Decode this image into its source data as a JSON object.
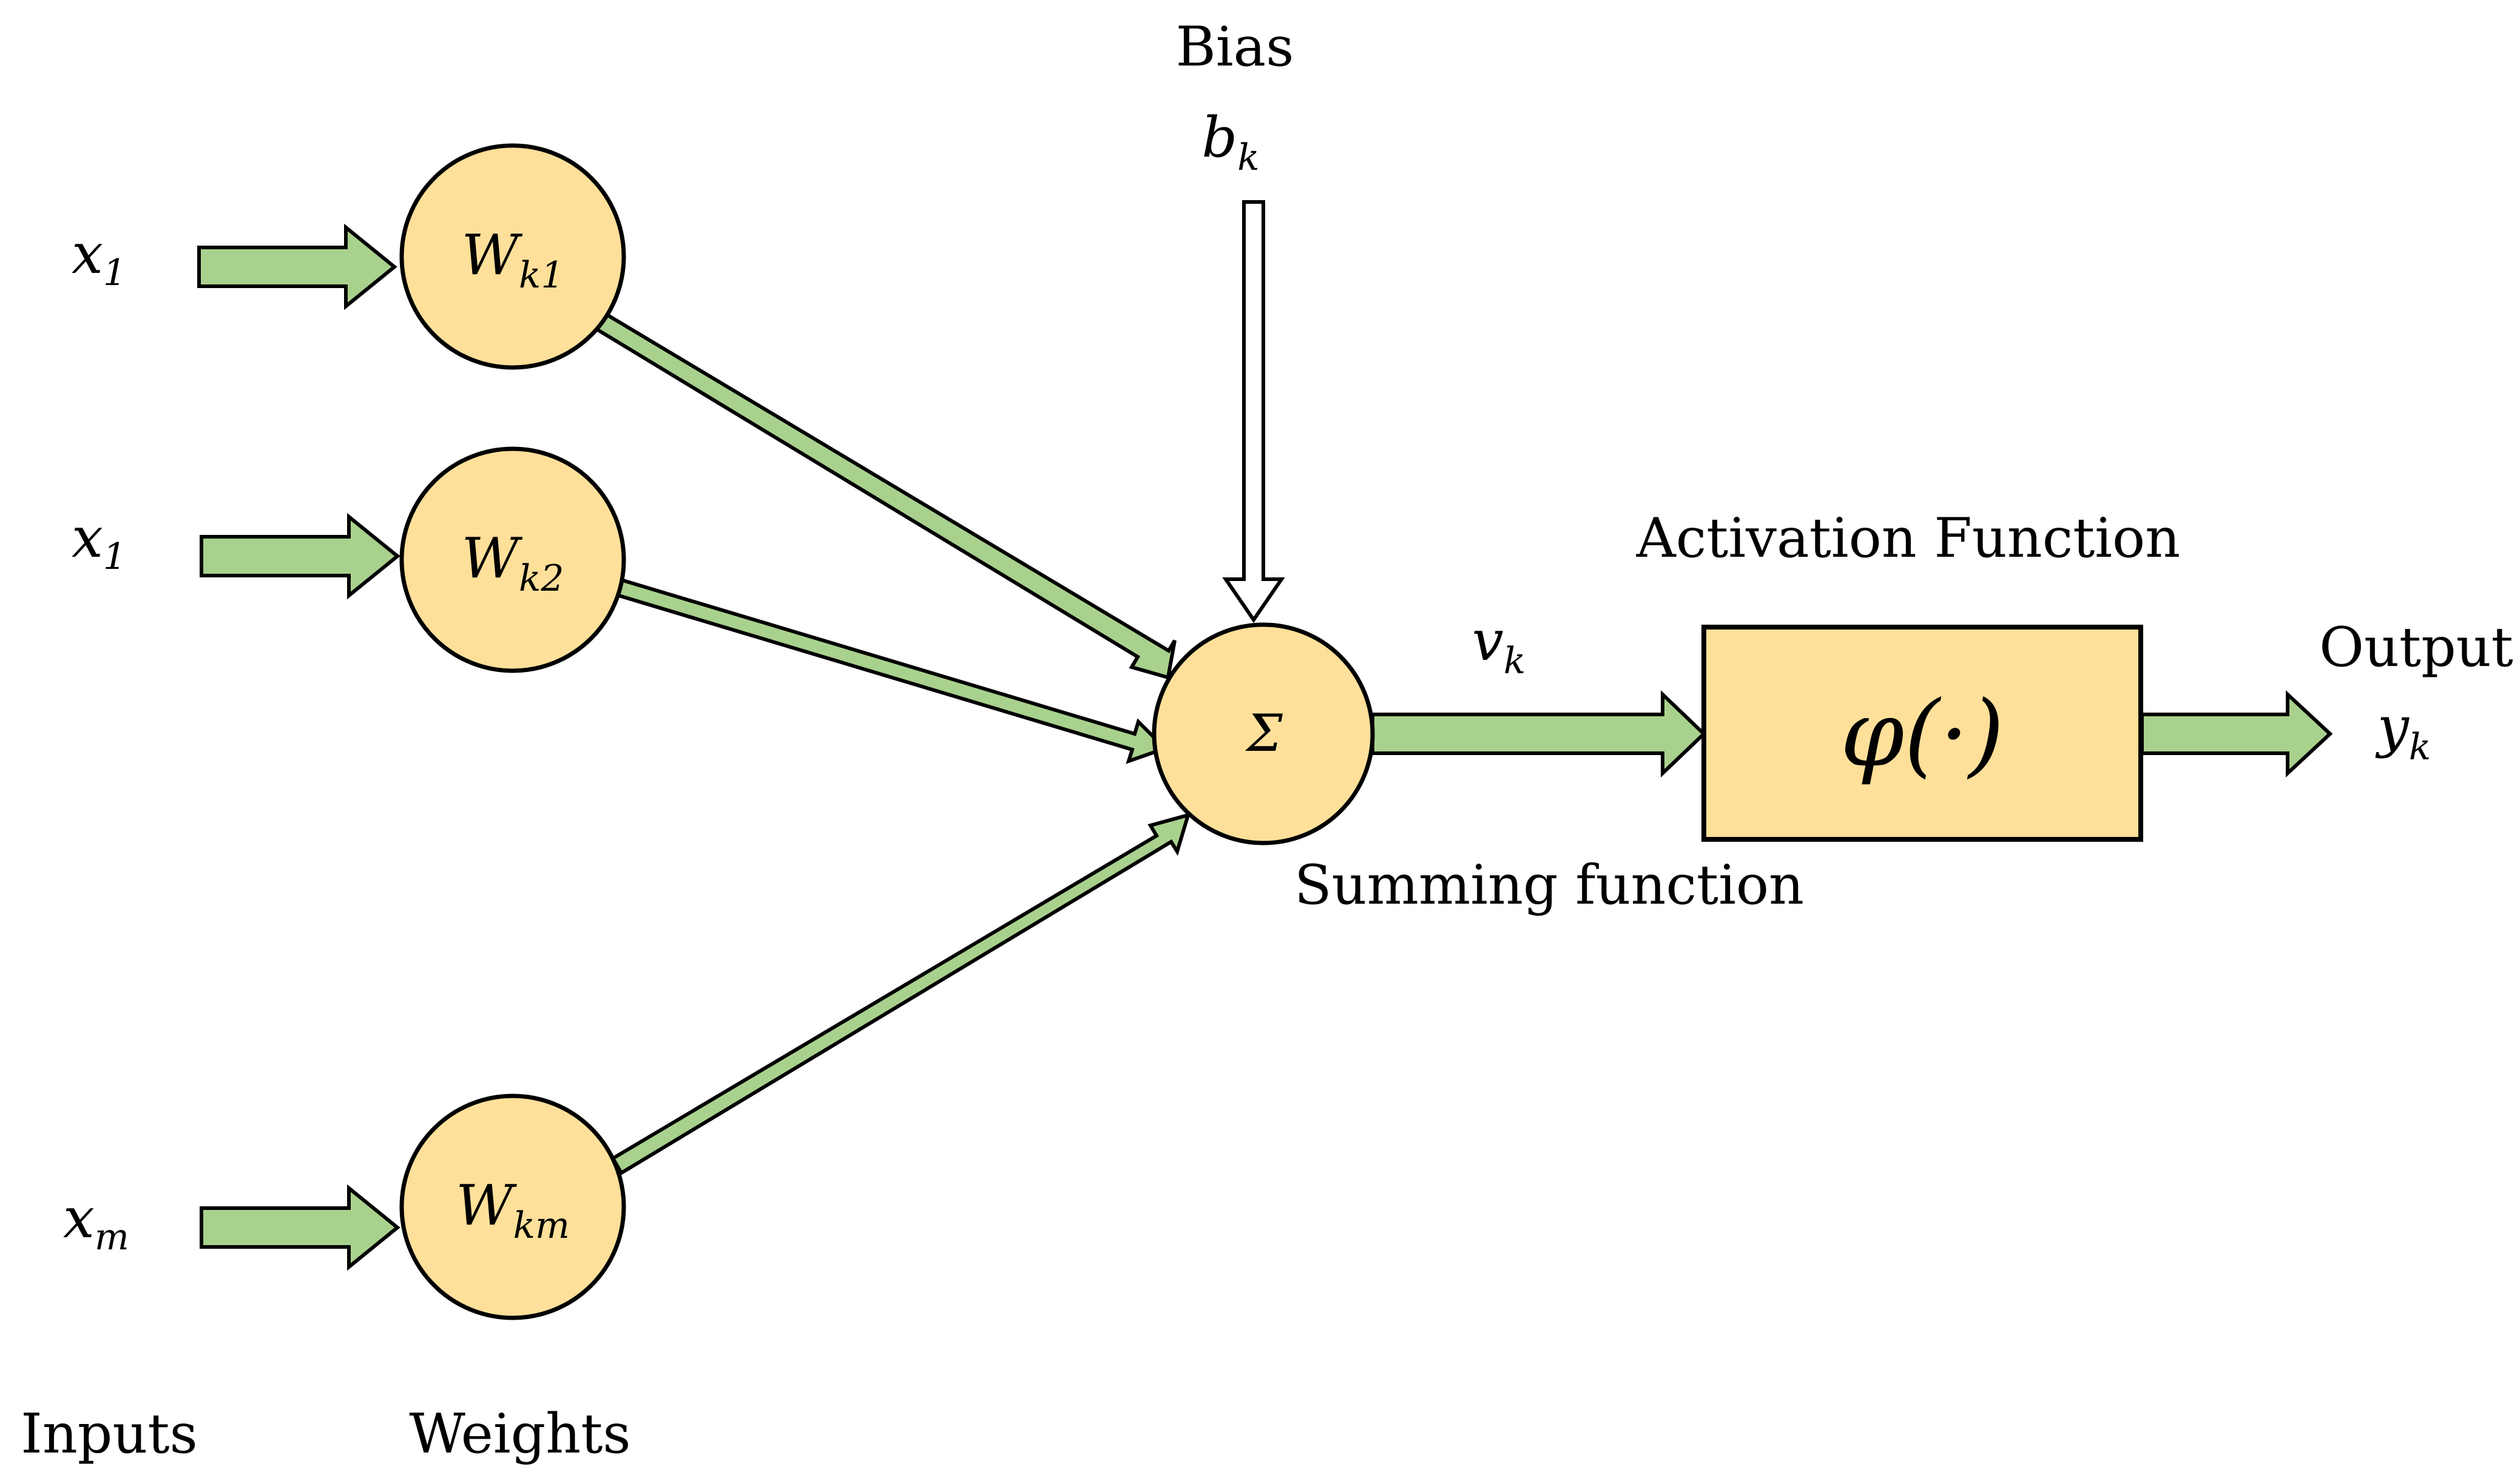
{
  "labels": {
    "bias_title": "Bias",
    "bias_symbol": "b",
    "bias_sub": "k",
    "activation_title": "Activation Function",
    "activation_symbol": "φ(·)",
    "summing_title": "Summing function",
    "sum_symbol": "Σ",
    "v_symbol": "v",
    "v_sub": "k",
    "output_title": "Output",
    "output_symbol": "y",
    "output_sub": "k",
    "inputs_title": "Inputs",
    "weights_title": "Weights"
  },
  "inputs": [
    {
      "symbol": "x",
      "sub": "1"
    },
    {
      "symbol": "x",
      "sub": "1"
    },
    {
      "symbol": "x",
      "sub": "m"
    }
  ],
  "weights": [
    {
      "symbol": "W",
      "sub": "k1"
    },
    {
      "symbol": "W",
      "sub": "k2"
    },
    {
      "symbol": "W",
      "sub": "km"
    }
  ],
  "colors": {
    "node_fill": "#FFE09A",
    "arrow_fill": "#A9D18E",
    "stroke": "#000000"
  }
}
